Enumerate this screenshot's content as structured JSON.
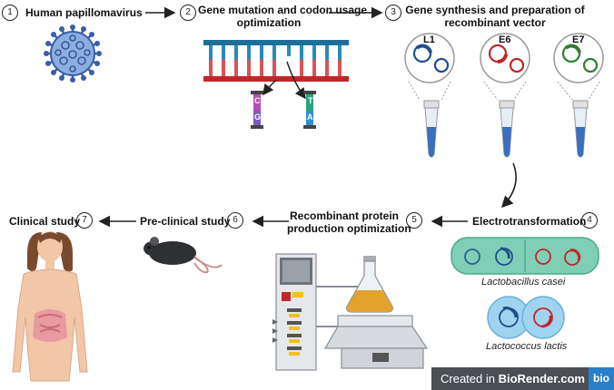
{
  "steps": [
    {
      "number": "1",
      "label": "Human papillomavirus"
    },
    {
      "number": "2",
      "label": "Gene mutation and codon usage optimization"
    },
    {
      "number": "3",
      "label": "Gene synthesis and preparation of recombinant vector"
    },
    {
      "number": "4",
      "label": "Electrotransformation"
    },
    {
      "number": "5",
      "label": "Recombinant protein production optimization"
    },
    {
      "number": "6",
      "label": "Pre-clinical study"
    },
    {
      "number": "7",
      "label": "Clinical study"
    }
  ],
  "step2_lines": [
    "Gene mutation and codon usage",
    "optimization"
  ],
  "step3_lines": [
    "Gene synthesis and preparation of",
    "recombinant vector"
  ],
  "step5_lines": [
    "Recombinant protein",
    "production optimization"
  ],
  "codons": {
    "original_top": "C",
    "original_bottom": "G",
    "new_top": "T",
    "new_bottom": "A"
  },
  "vectors": [
    "L1",
    "E6",
    "E7"
  ],
  "bacteria": {
    "species_1": "Lactobacillus casei",
    "species_2": "Lactococcus lactis"
  },
  "watermark": {
    "prefix": "Created in ",
    "brand": "BioRender.com",
    "logo": "bio"
  },
  "colors": {
    "blue": "#1f4e8c",
    "red": "#c0262b",
    "green": "#2e7d32",
    "teal": "#1d7fa0",
    "green_cell": "#7ecfb6",
    "blue_cell": "#9fd3ef",
    "badge": "#4a4f55"
  }
}
